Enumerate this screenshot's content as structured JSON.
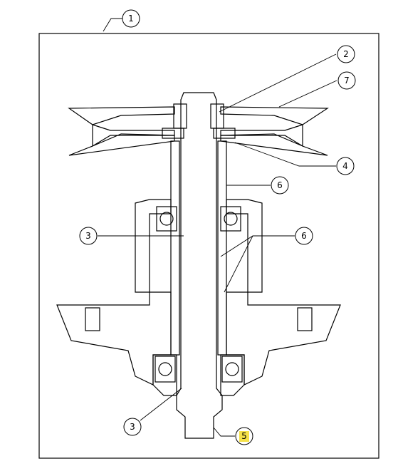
{
  "diagram": {
    "callouts": [
      {
        "id": "callout-1",
        "label": "1"
      },
      {
        "id": "callout-2",
        "label": "2"
      },
      {
        "id": "callout-7",
        "label": "7"
      },
      {
        "id": "callout-4",
        "label": "4"
      },
      {
        "id": "callout-6a",
        "label": "6"
      },
      {
        "id": "callout-3a",
        "label": "3"
      },
      {
        "id": "callout-6b",
        "label": "6"
      },
      {
        "id": "callout-3b",
        "label": "3"
      },
      {
        "id": "callout-5",
        "label": "5",
        "highlight": "#f5e14a"
      }
    ]
  }
}
